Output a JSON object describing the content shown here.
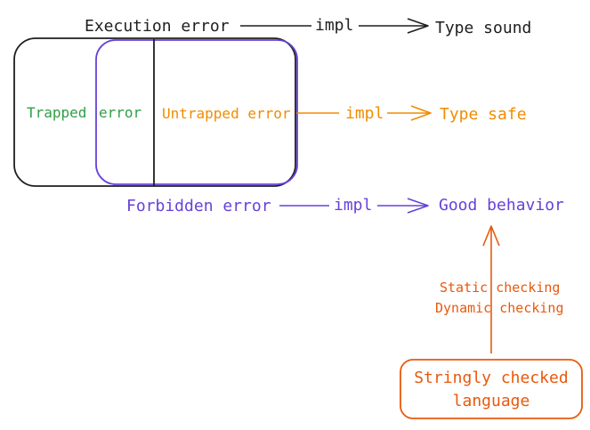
{
  "colors": {
    "black": "#1e1e1e",
    "green": "#2f9e44",
    "orange": "#f08c00",
    "purple": "#6741d9",
    "red_orange": "#e8590c"
  },
  "execution_error": {
    "label": "Execution error",
    "arrow_label": "impl",
    "target": "Type sound"
  },
  "trapped_error": {
    "label_part1": "Trapped",
    "label_part2": "error"
  },
  "untrapped_error": {
    "label": "Untrapped error",
    "arrow_label": "impl",
    "target": "Type safe"
  },
  "forbidden_error": {
    "label": "Forbidden error",
    "arrow_label": "impl",
    "target": "Good behavior"
  },
  "checking": {
    "line1": "Static checking",
    "line2": "Dynamic checking"
  },
  "stringly": {
    "line1": "Stringly checked",
    "line2": "language"
  }
}
